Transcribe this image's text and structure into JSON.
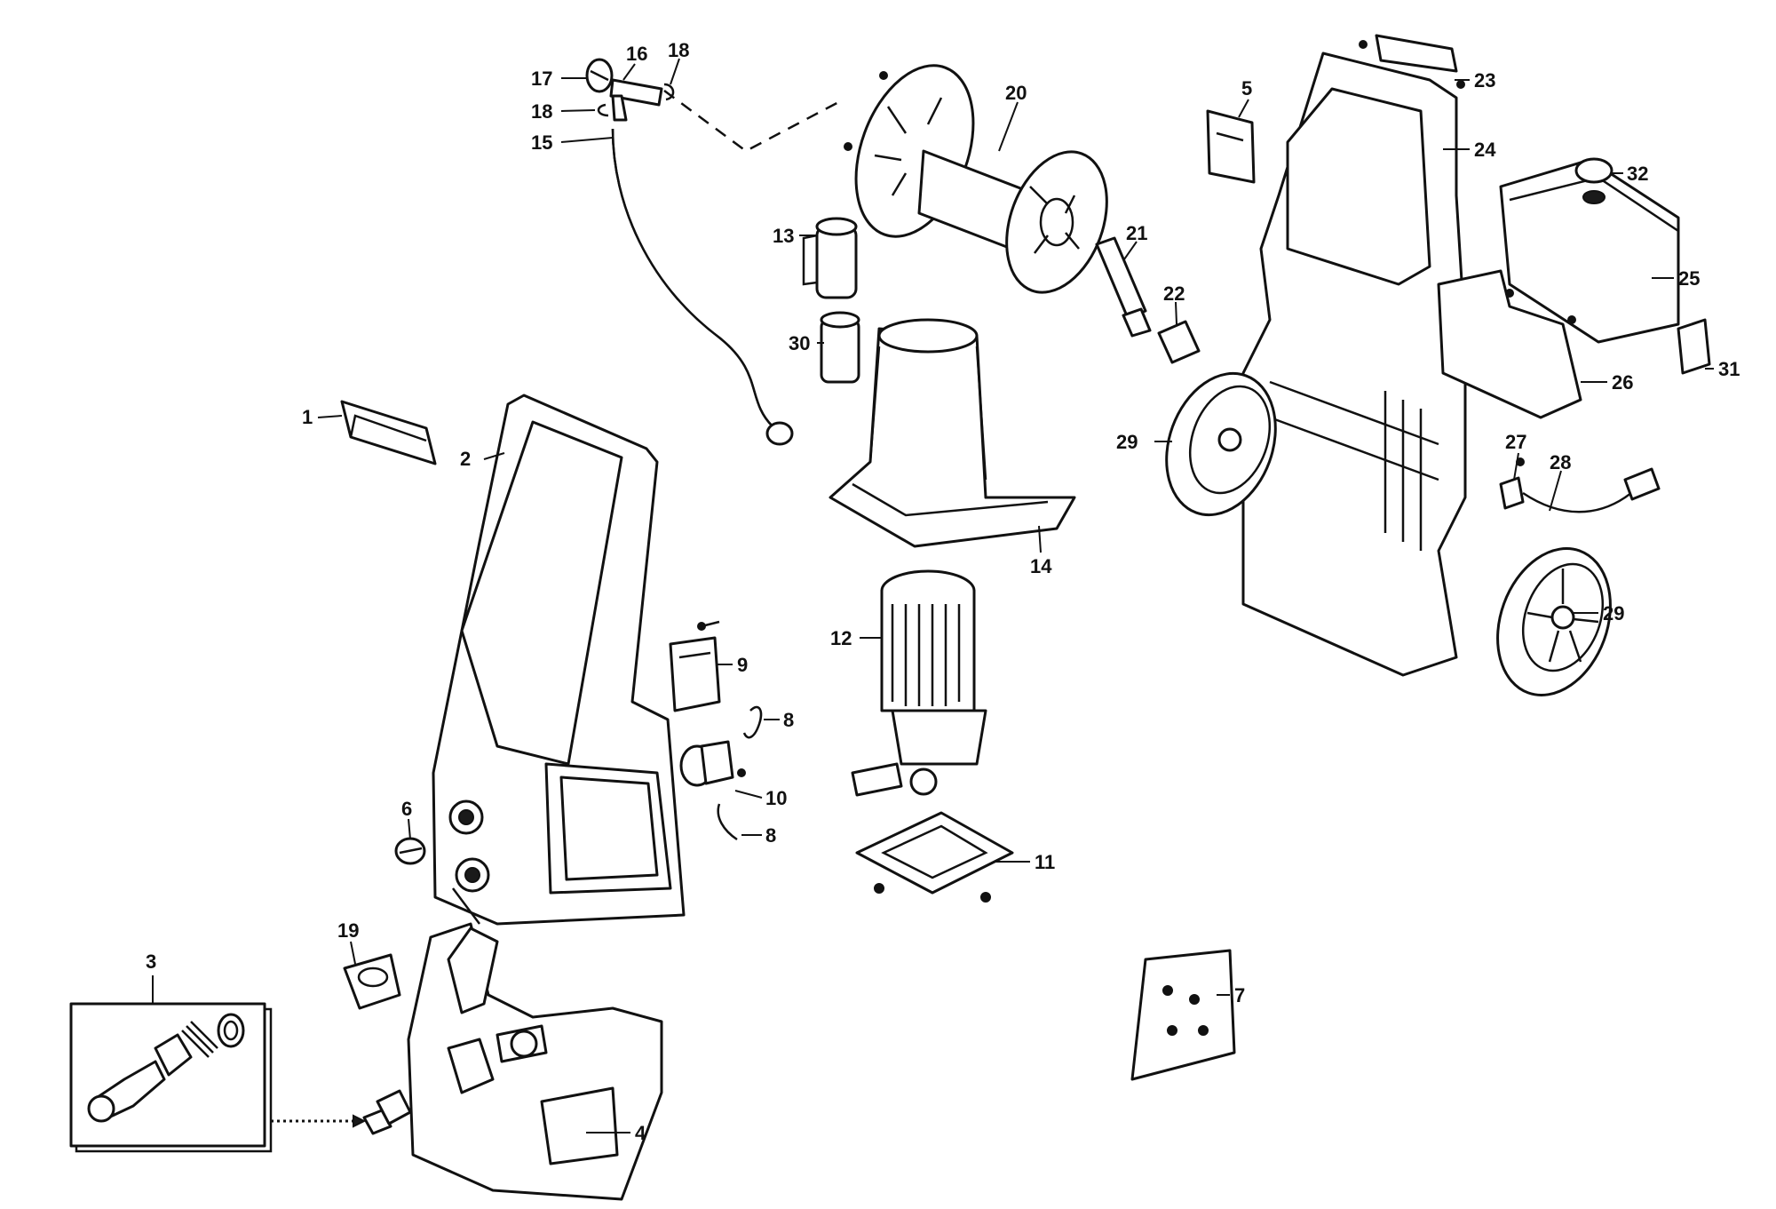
{
  "diagram": {
    "type": "exploded-parts-view",
    "callouts": [
      {
        "id": "c1",
        "label": "1"
      },
      {
        "id": "c2",
        "label": "2"
      },
      {
        "id": "c3",
        "label": "3"
      },
      {
        "id": "c4",
        "label": "4"
      },
      {
        "id": "c5",
        "label": "5"
      },
      {
        "id": "c6",
        "label": "6"
      },
      {
        "id": "c7",
        "label": "7"
      },
      {
        "id": "c8a",
        "label": "8"
      },
      {
        "id": "c8b",
        "label": "8"
      },
      {
        "id": "c9",
        "label": "9"
      },
      {
        "id": "c10",
        "label": "10"
      },
      {
        "id": "c11",
        "label": "11"
      },
      {
        "id": "c12",
        "label": "12"
      },
      {
        "id": "c13",
        "label": "13"
      },
      {
        "id": "c14",
        "label": "14"
      },
      {
        "id": "c15",
        "label": "15"
      },
      {
        "id": "c16",
        "label": "16"
      },
      {
        "id": "c17",
        "label": "17"
      },
      {
        "id": "c18a",
        "label": "18"
      },
      {
        "id": "c18b",
        "label": "18"
      },
      {
        "id": "c19",
        "label": "19"
      },
      {
        "id": "c20",
        "label": "20"
      },
      {
        "id": "c21",
        "label": "21"
      },
      {
        "id": "c22",
        "label": "22"
      },
      {
        "id": "c23",
        "label": "23"
      },
      {
        "id": "c24",
        "label": "24"
      },
      {
        "id": "c25",
        "label": "25"
      },
      {
        "id": "c26",
        "label": "26"
      },
      {
        "id": "c27",
        "label": "27"
      },
      {
        "id": "c28",
        "label": "28"
      },
      {
        "id": "c29a",
        "label": "29"
      },
      {
        "id": "c29b",
        "label": "29"
      },
      {
        "id": "c30",
        "label": "30"
      },
      {
        "id": "c31",
        "label": "31"
      },
      {
        "id": "c32",
        "label": "32"
      }
    ]
  }
}
